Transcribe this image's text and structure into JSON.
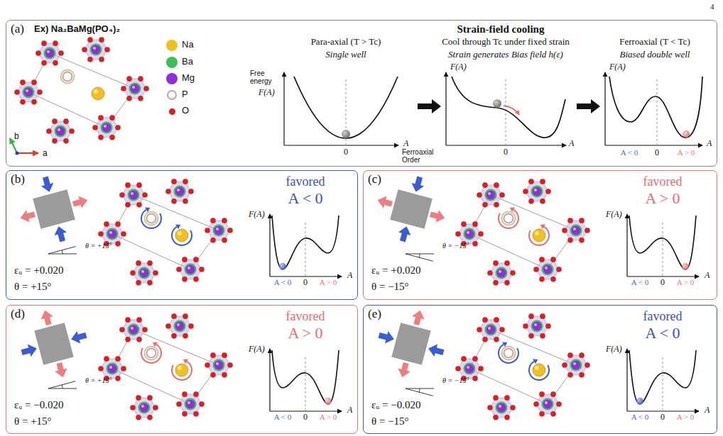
{
  "diagram": {
    "nodes": [
      {
        "text": [
          "(a)"
        ]
      },
      {
        "text": [
          "(b)"
        ]
      },
      {
        "text": [
          "(c)"
        ]
      },
      {
        "text": [
          "(d)"
        ]
      },
      {
        "text": [
          "(e)"
        ]
      }
    ],
    "labels": [
      "4",
      "Ex) Na₂BaMg(PO₄)₂",
      "b",
      "a",
      "Strain-field cooling",
      "Para-axial (T > Tc)",
      "Single well",
      "Cool through Tc under fixed strain",
      "Strain generates Bias field h(ε)",
      "Ferroaxial (T < Tc)",
      "Biased double well",
      "Free energy",
      "F(A)",
      "0",
      "A",
      "Ferroaxial Order",
      "F(A)",
      "0",
      "A",
      "F(A)",
      "A < 0",
      "0",
      "A > 0",
      "A",
      "θ = +15°",
      "εᵤ = +0.020",
      "θ = +15°",
      "favored",
      "A < 0",
      "F(A)",
      "A < 0",
      "0",
      "A > 0",
      "A",
      "θ = −15°",
      "εᵤ = +0.020",
      "θ = −15°",
      "favored",
      "A > 0",
      "F(A)",
      "A < 0",
      "0",
      "A > 0",
      "A",
      "θ = +15°",
      "εᵤ = −0.020",
      "θ = +15°",
      "favored",
      "A > 0",
      "F(A)",
      "A < 0",
      "0",
      "A > 0",
      "A",
      "θ = −15°",
      "εᵤ = −0.020",
      "θ = −15°",
      "favored",
      "A < 0",
      "F(A)",
      "A < 0",
      "0",
      "A > 0",
      "A"
    ],
    "legend": [
      {
        "text": "Na",
        "color": "#f0c020"
      },
      {
        "text": "Ba",
        "color": "#3cbf55"
      },
      {
        "text": "Mg",
        "color": "#8e2fd8"
      },
      {
        "text": "P"
      },
      {
        "text": "O",
        "color": "#d92020"
      }
    ]
  }
}
